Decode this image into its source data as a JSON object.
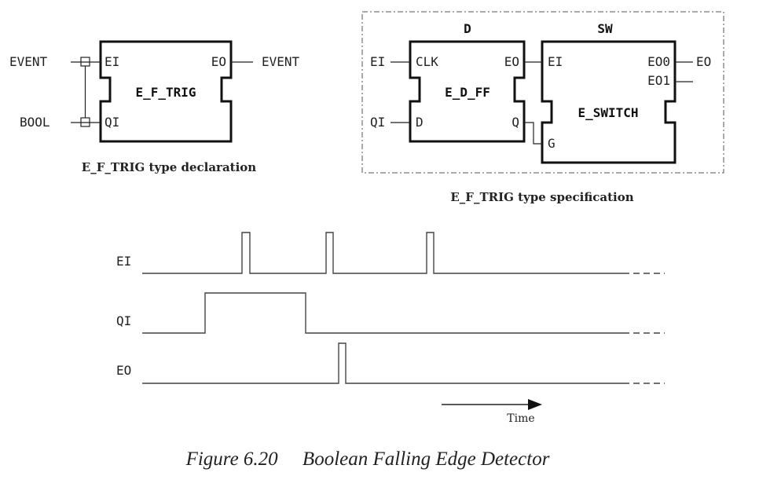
{
  "declaration": {
    "block_name": "E_F_TRIG",
    "inputs": [
      "EI",
      "QI"
    ],
    "outputs": [
      "EO"
    ],
    "input_types": [
      "EVENT",
      "BOOL"
    ],
    "output_types": [
      "EVENT"
    ],
    "caption": "E_F_TRIG type declaration"
  },
  "specification": {
    "caption": "E_F_TRIG type specification",
    "external_inputs": [
      "EI",
      "QI"
    ],
    "external_output": "EO",
    "blocks": [
      {
        "instance": "D",
        "type": "E_D_FF",
        "inputs": [
          "CLK",
          "D"
        ],
        "outputs": [
          "EO",
          "Q"
        ]
      },
      {
        "instance": "SW",
        "type": "E_SWITCH",
        "inputs": [
          "EI",
          "G"
        ],
        "outputs": [
          "EO0",
          "EO1"
        ]
      }
    ]
  },
  "timing": {
    "signals": [
      {
        "name": "EI",
        "description": "three short pulses"
      },
      {
        "name": "QI",
        "description": "one long high pulse"
      },
      {
        "name": "EO",
        "description": "one short pulse following QI falling edge"
      }
    ],
    "time_label": "Time"
  },
  "figure_caption": "Figure 6.20     Boolean Falling Edge Detector"
}
